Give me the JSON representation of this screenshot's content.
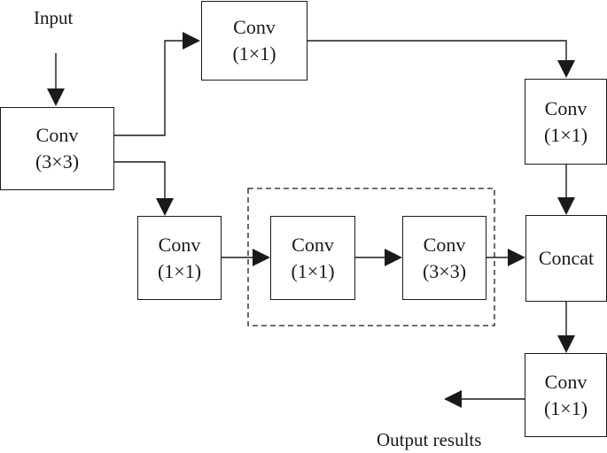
{
  "labels": {
    "input": "Input",
    "output": "Output results"
  },
  "nodes": {
    "conv_entry": {
      "title": "Conv",
      "kernel": "(3×3)"
    },
    "conv_top": {
      "title": "Conv",
      "kernel": "(1×1)"
    },
    "conv_right": {
      "title": "Conv",
      "kernel": "(1×1)"
    },
    "conv_lower": {
      "title": "Conv",
      "kernel": "(1×1)"
    },
    "conv_group_a": {
      "title": "Conv",
      "kernel": "(1×1)"
    },
    "conv_group_b": {
      "title": "Conv",
      "kernel": "(3×3)"
    },
    "concat": {
      "title": "Concat"
    },
    "conv_out": {
      "title": "Conv",
      "kernel": "(1×1)"
    }
  }
}
